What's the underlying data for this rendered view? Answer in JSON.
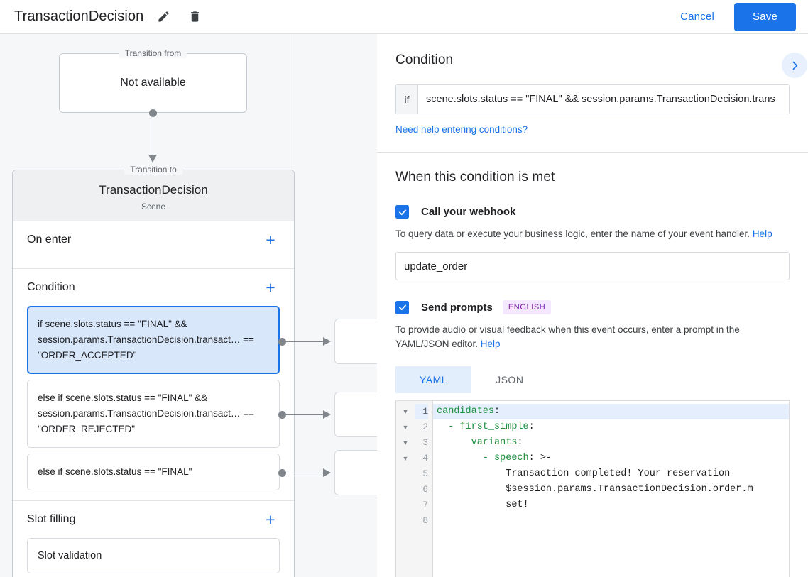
{
  "topbar": {
    "title": "TransactionDecision",
    "edit_icon": "pencil-icon",
    "delete_icon": "trash-icon",
    "cancel_label": "Cancel",
    "save_label": "Save",
    "accent_color": "#1a73e8"
  },
  "canvas": {
    "transition_from": {
      "legend": "Transition from",
      "value": "Not available"
    },
    "transition_to": {
      "legend": "Transition to",
      "name": "TransactionDecision",
      "subtitle": "Scene"
    },
    "sections": [
      {
        "title": "On enter",
        "add_label": "+"
      },
      {
        "title": "Condition",
        "add_label": "+"
      },
      {
        "title": "Slot filling",
        "add_label": "+"
      }
    ],
    "conditions": [
      {
        "text": "if scene.slots.status == \"FINAL\" && session.params.TransactionDecision.transact… == \"ORDER_ACCEPTED\"",
        "selected": true
      },
      {
        "text": "else if scene.slots.status == \"FINAL\" && session.params.TransactionDecision.transact… == \"ORDER_REJECTED\"",
        "selected": false
      },
      {
        "text": "else if scene.slots.status == \"FINAL\"",
        "selected": false
      }
    ],
    "slot_filling": [
      {
        "text": "Slot validation"
      }
    ]
  },
  "panel": {
    "condition": {
      "heading": "Condition",
      "expand_icon": "chevron-right-icon",
      "if_label": "if",
      "if_value": "scene.slots.status == \"FINAL\" && session.params.TransactionDecision.trans",
      "help_link": "Need help entering conditions?"
    },
    "when_met": {
      "heading": "When this condition is met",
      "webhook": {
        "checked": true,
        "label": "Call your webhook",
        "hint_text": "To query data or execute your business logic, enter the name of your event handler. ",
        "hint_link": "Help",
        "value": "update_order",
        "placeholder": ""
      },
      "prompts": {
        "checked": true,
        "label": "Send prompts",
        "badge": "ENGLISH",
        "badge_color": "#7b1fa2",
        "hint_text": "To provide audio or visual feedback when this event occurs, enter a prompt in the YAML/JSON editor. ",
        "hint_link": "Help",
        "tabs": [
          {
            "label": "YAML",
            "active": true
          },
          {
            "label": "JSON",
            "active": false
          }
        ]
      }
    },
    "editor": {
      "line_numbers": [
        "1",
        "2",
        "3",
        "4",
        "5",
        "6",
        "7",
        "8"
      ],
      "fold_rows": [
        1,
        2,
        3,
        4
      ],
      "highlighted_line": 1,
      "lines": [
        {
          "key": "candidates",
          "punct": ":",
          "indent": 0,
          "rest": ""
        },
        {
          "key": "  - first_simple",
          "punct": ":",
          "indent": 0,
          "rest": ""
        },
        {
          "key": "      variants",
          "punct": ":",
          "indent": 0,
          "rest": ""
        },
        {
          "key": "        - speech",
          "punct": ": >-",
          "indent": 0,
          "rest": ""
        },
        {
          "key": "",
          "punct": "",
          "indent": 0,
          "rest": "            Transaction completed! Your reservation"
        },
        {
          "key": "",
          "punct": "",
          "indent": 0,
          "rest": "            $session.params.TransactionDecision.order.m"
        },
        {
          "key": "",
          "punct": "",
          "indent": 0,
          "rest": "            set!"
        },
        {
          "key": "",
          "punct": "",
          "indent": 0,
          "rest": ""
        }
      ]
    }
  }
}
